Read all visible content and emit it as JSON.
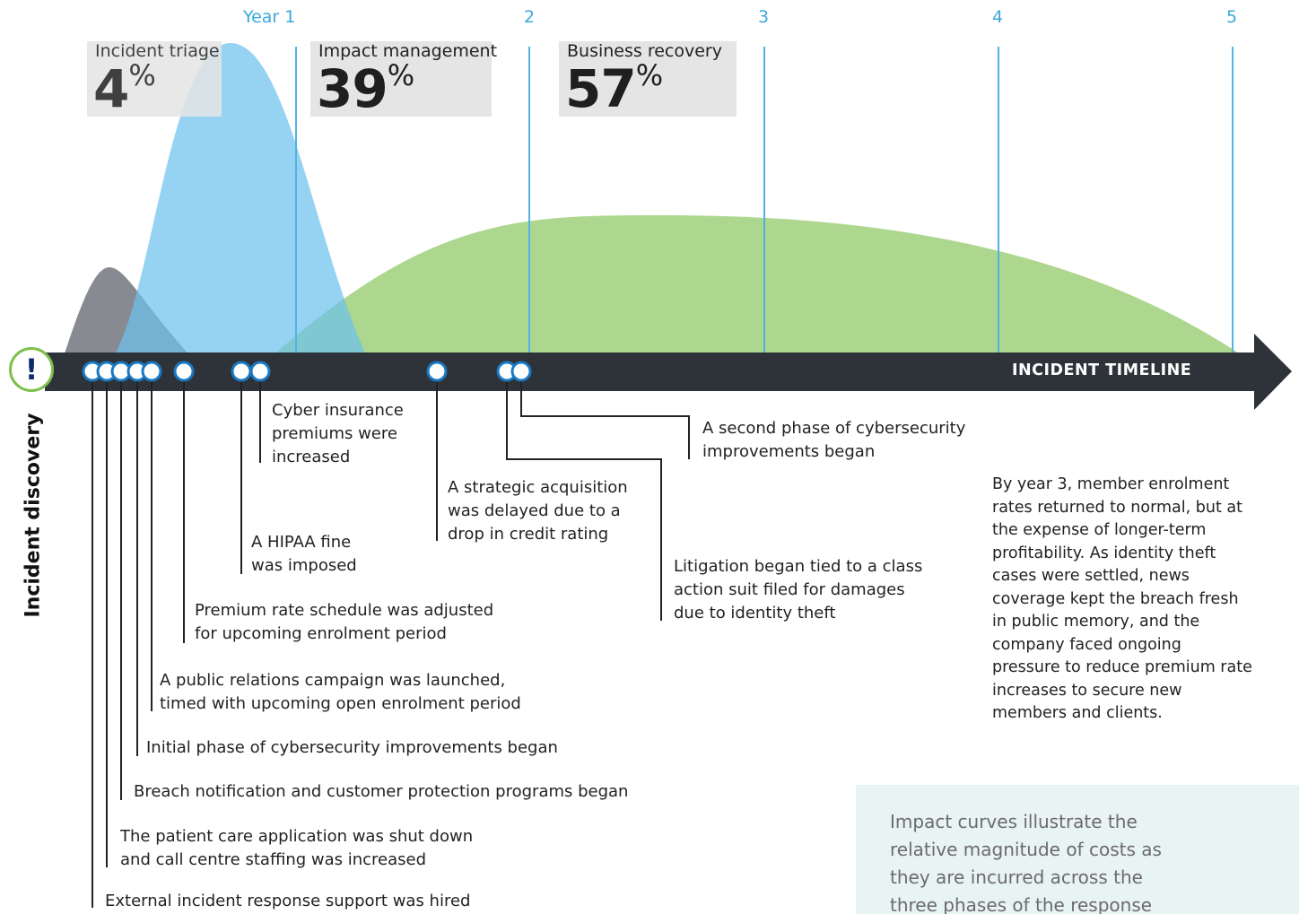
{
  "years": [
    "Year 1",
    "2",
    "3",
    "4",
    "5"
  ],
  "phases": [
    {
      "name": "Incident triage",
      "percent": "4",
      "unit": "%"
    },
    {
      "name": "Impact management",
      "percent": "39",
      "unit": "%"
    },
    {
      "name": "Business recovery",
      "percent": "57",
      "unit": "%"
    }
  ],
  "timeline_label": "INCIDENT TIMELINE",
  "side_label": "Incident discovery",
  "alert_icon": "!",
  "events": [
    [
      "External incident response support was hired"
    ],
    [
      "The patient care application was shut down",
      "and call centre staffing was increased"
    ],
    [
      "Breach notification and customer protection programs began"
    ],
    [
      "Initial phase of cybersecurity improvements began"
    ],
    [
      "A public relations campaign was launched,",
      "timed with upcoming open enrolment period"
    ],
    [
      "Premium rate schedule was adjusted",
      "for upcoming enrolment period"
    ],
    [
      "A HIPAA fine",
      "was imposed"
    ],
    [
      "Cyber insurance",
      "premiums were",
      "increased"
    ],
    [
      "A strategic acquisition",
      "was delayed due to a",
      "drop in credit rating"
    ],
    [
      "Litigation began tied to a class",
      "action suit filed for damages",
      "due to identity theft"
    ],
    [
      "A second phase of cybersecurity",
      "improvements began"
    ]
  ],
  "note": "By year 3, member enrolment rates returned to normal, but at the expense of longer-term profitability. As identity theft cases were settled, news coverage kept the breach fresh in public memory, and the company faced ongoing pressure to reduce premium rate increases to secure new members and clients.",
  "callout": "Impact curves illustrate the relative magnitude of costs as they are incurred across the three phases of the response",
  "colors": {
    "triage": "#7a7d85",
    "impact": "#7cc6ee",
    "recovery": "#9fd07a",
    "timeline": "#2e3339",
    "year_line": "#4fb3e4",
    "accent_green": "#7fbf4d"
  }
}
